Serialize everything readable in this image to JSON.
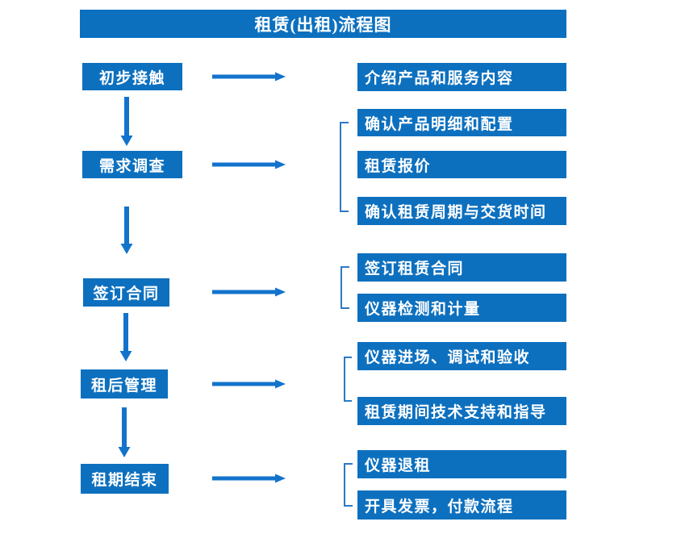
{
  "title": "租赁(出租)流程图",
  "colors": {
    "box_blue": "#0d70bf",
    "arrow_blue": "#1373cb",
    "bracket_blue": "#2e79c4",
    "text_white": "#ffffff",
    "background": "#ffffff"
  },
  "stages": [
    {
      "label": "初步接触",
      "details": [
        "介绍产品和服务内容"
      ]
    },
    {
      "label": "需求调查",
      "details": [
        "确认产品明细和配置",
        "租赁报价",
        "确认租赁周期与交货时间"
      ]
    },
    {
      "label": "签订合同",
      "details": [
        "签订租赁合同",
        "仪器检测和计量"
      ]
    },
    {
      "label": "租后管理",
      "details": [
        "仪器进场、调试和验收",
        "租赁期间技术支持和指导"
      ]
    },
    {
      "label": "租期结束",
      "details": [
        "仪器退租",
        "开具发票，付款流程"
      ]
    }
  ]
}
